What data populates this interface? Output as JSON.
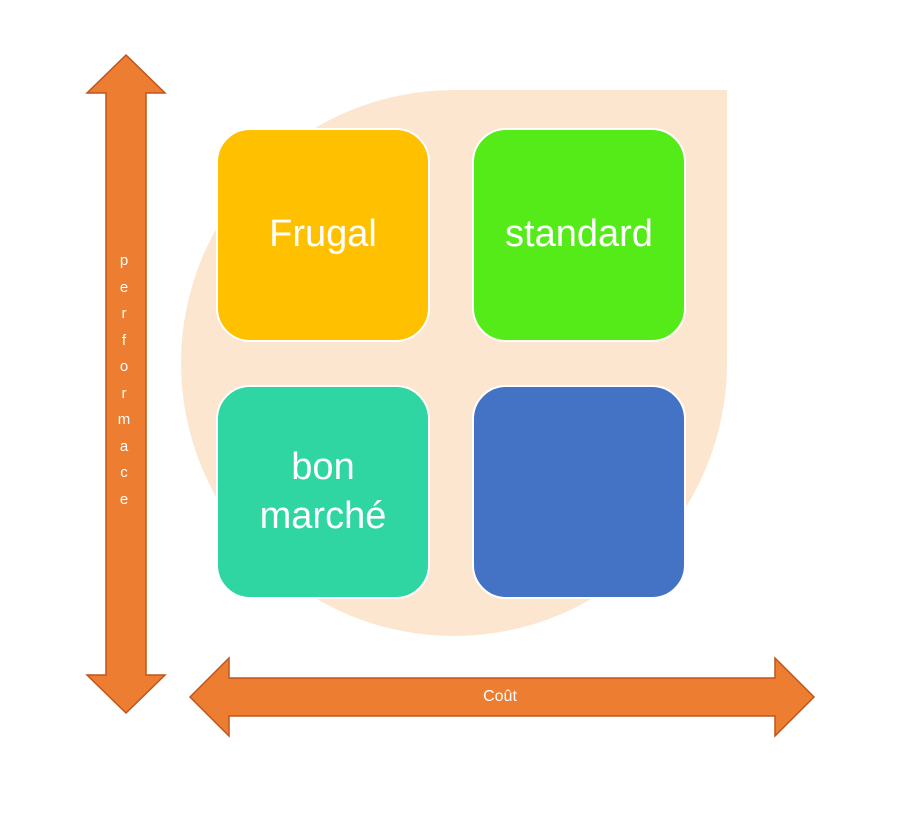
{
  "diagram": {
    "quadrants": {
      "top_left": {
        "label": "Frugal",
        "color": "#ffc000"
      },
      "top_right": {
        "label": "standard",
        "color": "#55eb19"
      },
      "bottom_left": {
        "label_line1": "bon",
        "label_line2": "marché",
        "color": "#2fd6a2"
      },
      "bottom_right": {
        "label": "",
        "color": "#4472c4"
      }
    },
    "background_color": "#fde6cf",
    "axes": {
      "vertical": {
        "label": "performace",
        "color": "#ed7d31"
      },
      "horizontal": {
        "label": "Coût",
        "color": "#ed7d31"
      }
    }
  }
}
